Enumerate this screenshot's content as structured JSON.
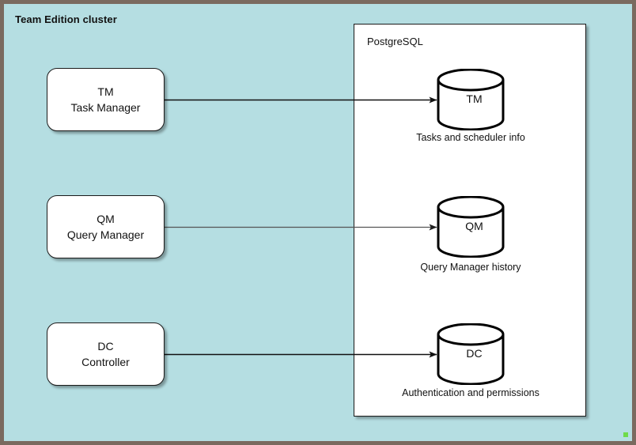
{
  "diagram": {
    "title": "Team Edition cluster",
    "background_color": "#b5dee2",
    "border_color": "#7a6a5f"
  },
  "container": {
    "label": "PostgreSQL",
    "background_color": "#ffffff"
  },
  "services": [
    {
      "abbr": "TM",
      "name": "Task Manager"
    },
    {
      "abbr": "QM",
      "name": "Query Manager"
    },
    {
      "abbr": "DC",
      "name": "Controller"
    }
  ],
  "databases": [
    {
      "abbr": "TM",
      "caption": "Tasks and scheduler info"
    },
    {
      "abbr": "QM",
      "caption": "Query Manager history"
    },
    {
      "abbr": "DC",
      "caption": "Authentication and permissions"
    }
  ],
  "connections": [
    {
      "from": "TM",
      "to": "TM",
      "style": "arrow"
    },
    {
      "from": "QM",
      "to": "QM",
      "style": "arrow"
    },
    {
      "from": "DC",
      "to": "DC",
      "style": "arrow"
    }
  ]
}
